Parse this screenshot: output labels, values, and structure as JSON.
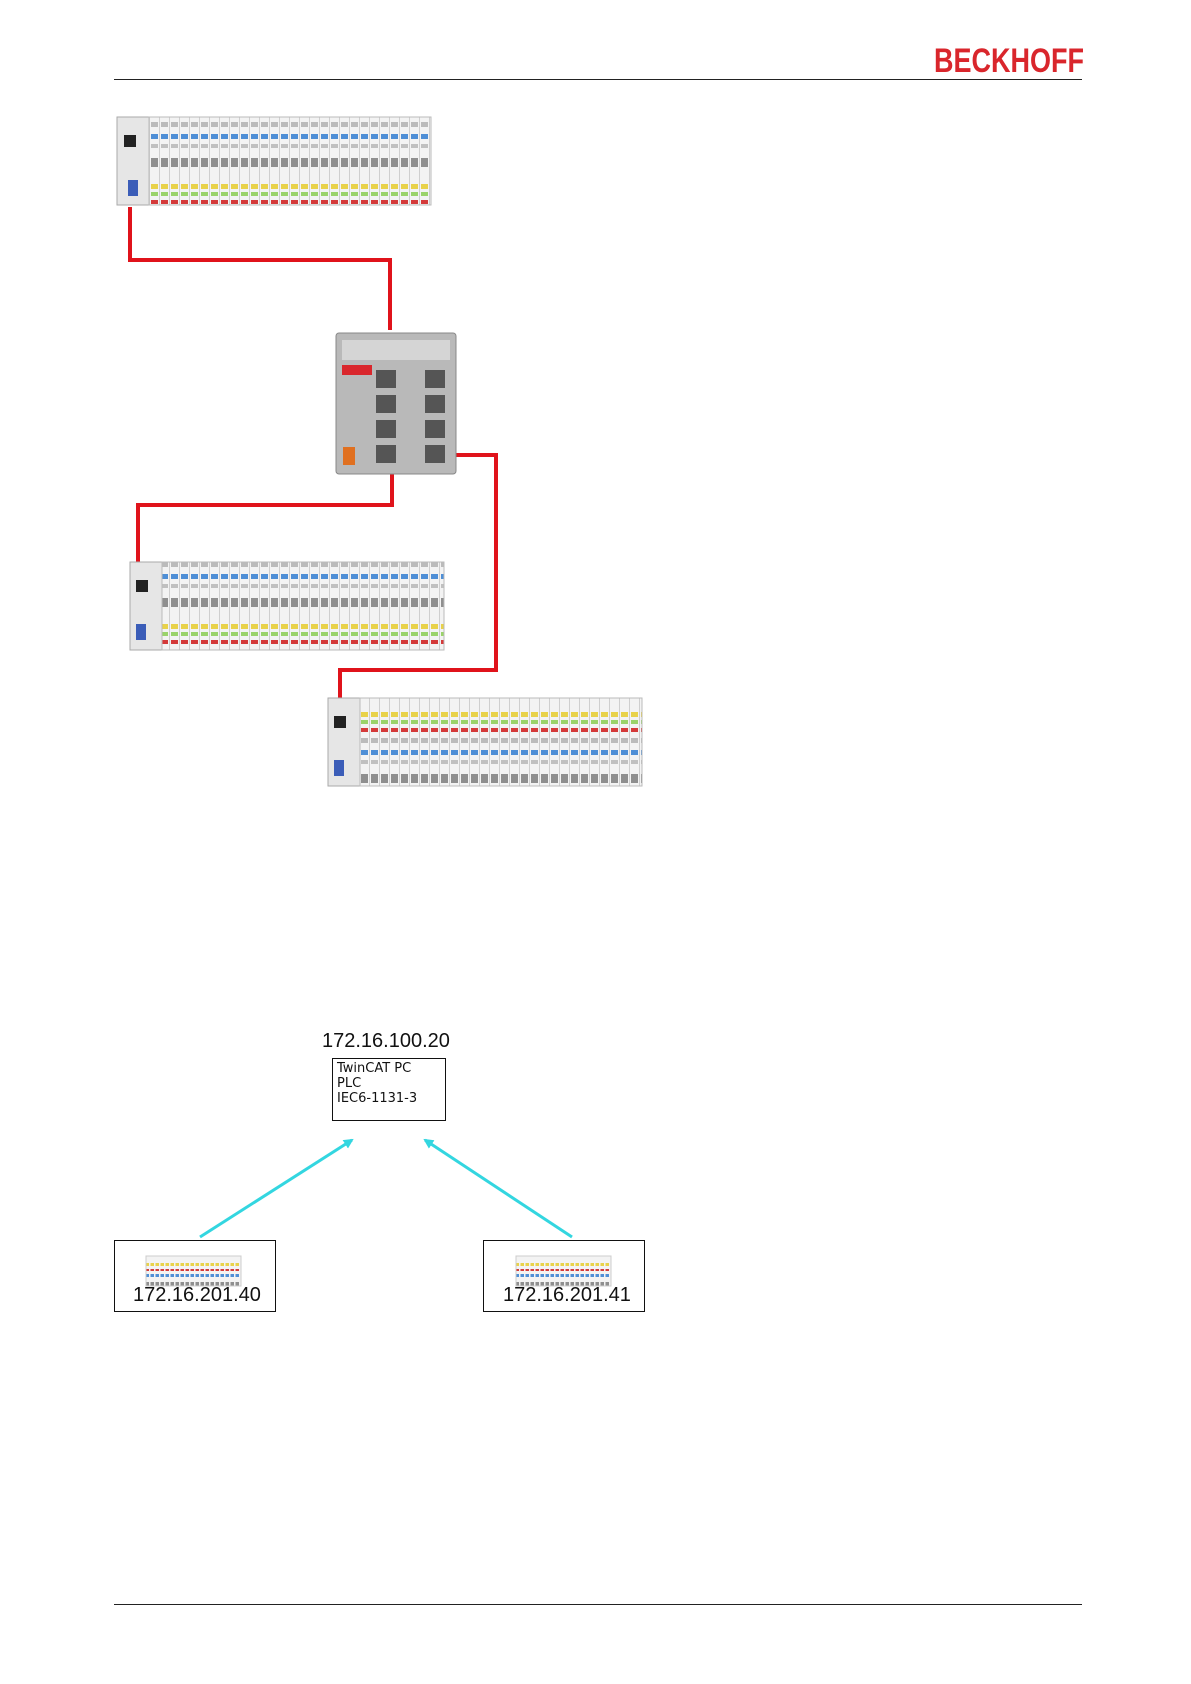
{
  "header": {
    "brand": "BECKHOFF",
    "brand_color": "#d9262c"
  },
  "figure_1": {
    "cable_color": "#e0131b",
    "devices": [
      "bus-coupler-station-1",
      "ethernet-switch",
      "bus-coupler-station-2",
      "bus-coupler-station-3"
    ]
  },
  "figure_2": {
    "arrow_color": "#33d6e0",
    "pc": {
      "ip": "172.16.100.20",
      "lines": [
        "TwinCAT PC",
        "PLC",
        "IEC6-1131-3"
      ]
    },
    "node_left": {
      "ip": "172.16.201.40"
    },
    "node_right": {
      "ip": "172.16.201.41"
    }
  }
}
